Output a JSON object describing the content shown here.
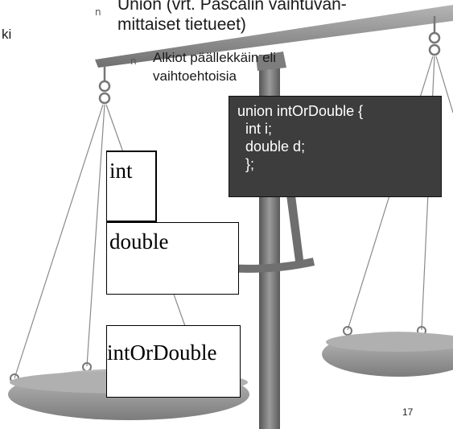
{
  "slide": {
    "bullet_marker": "n",
    "line1_a": "Union (vrt. Pascalin vaihtuvan-",
    "line1_b": "mittaiset tietueet)",
    "line2_a": "Alkiot päällekkäin eli",
    "line2_b": "vaihtoehtoisia",
    "side_fragment": "ki",
    "page_number": "17"
  },
  "code": {
    "lines": [
      "union intOrDouble {",
      "  int i;",
      "  double d;",
      "  };"
    ]
  },
  "boxes": {
    "int_label": "int",
    "double_label": "double",
    "union_label": "intOrDouble"
  },
  "colors": {
    "code_bg": "#3d3d3d",
    "scale_grey": "#8c8c8c",
    "pan_grey": "#9b9b9b"
  }
}
